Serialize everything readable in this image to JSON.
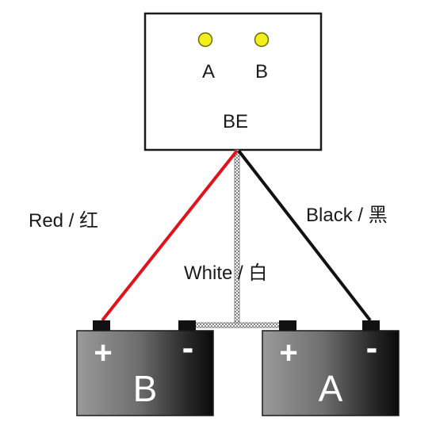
{
  "controller": {
    "name": "BE",
    "led_a_label": "A",
    "led_b_label": "B",
    "led_color": "#f3ee1d"
  },
  "wires": {
    "red_label": "Red / 红",
    "white_label": "White / 白",
    "black_label": "Black / 黑",
    "red_color": "#e0121b",
    "black_color": "#111111",
    "white_color": "#d8d8d8"
  },
  "batteries": {
    "left": {
      "name": "B",
      "plus": "+",
      "minus": "-"
    },
    "right": {
      "name": "A",
      "plus": "+",
      "minus": "-"
    }
  }
}
